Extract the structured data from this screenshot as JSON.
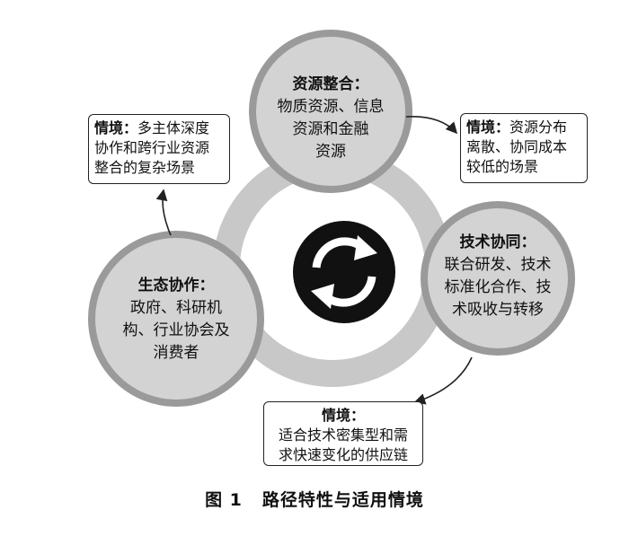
{
  "diagram": {
    "nodes": {
      "resource": {
        "title": "资源整合：",
        "lines": [
          "物质资源、信息",
          "资源和金融",
          "资源"
        ]
      },
      "tech": {
        "title": "技术协同：",
        "lines": [
          "联合研发、技术",
          "标准化合作、技",
          "术吸收与转移"
        ]
      },
      "eco": {
        "title": "生态协作：",
        "lines": [
          "政府、科研机",
          "构、行业协会及",
          "消费者"
        ]
      }
    },
    "scenarios": {
      "left": {
        "title": "情境：",
        "lines": [
          "多主体深度",
          "协作和跨行业资源",
          "整合的复杂场景"
        ]
      },
      "right": {
        "title": "情境：",
        "lines": [
          "资源分布",
          "离散、协同成本",
          "较低的场景"
        ]
      },
      "bottom": {
        "title": "情境：",
        "lines": [
          "适合技术密集型和需",
          "求快速变化的供应链"
        ]
      }
    },
    "center_icon": "refresh-cycle-icon"
  },
  "caption": {
    "number": "图 1",
    "text": "路径特性与适用情境"
  }
}
